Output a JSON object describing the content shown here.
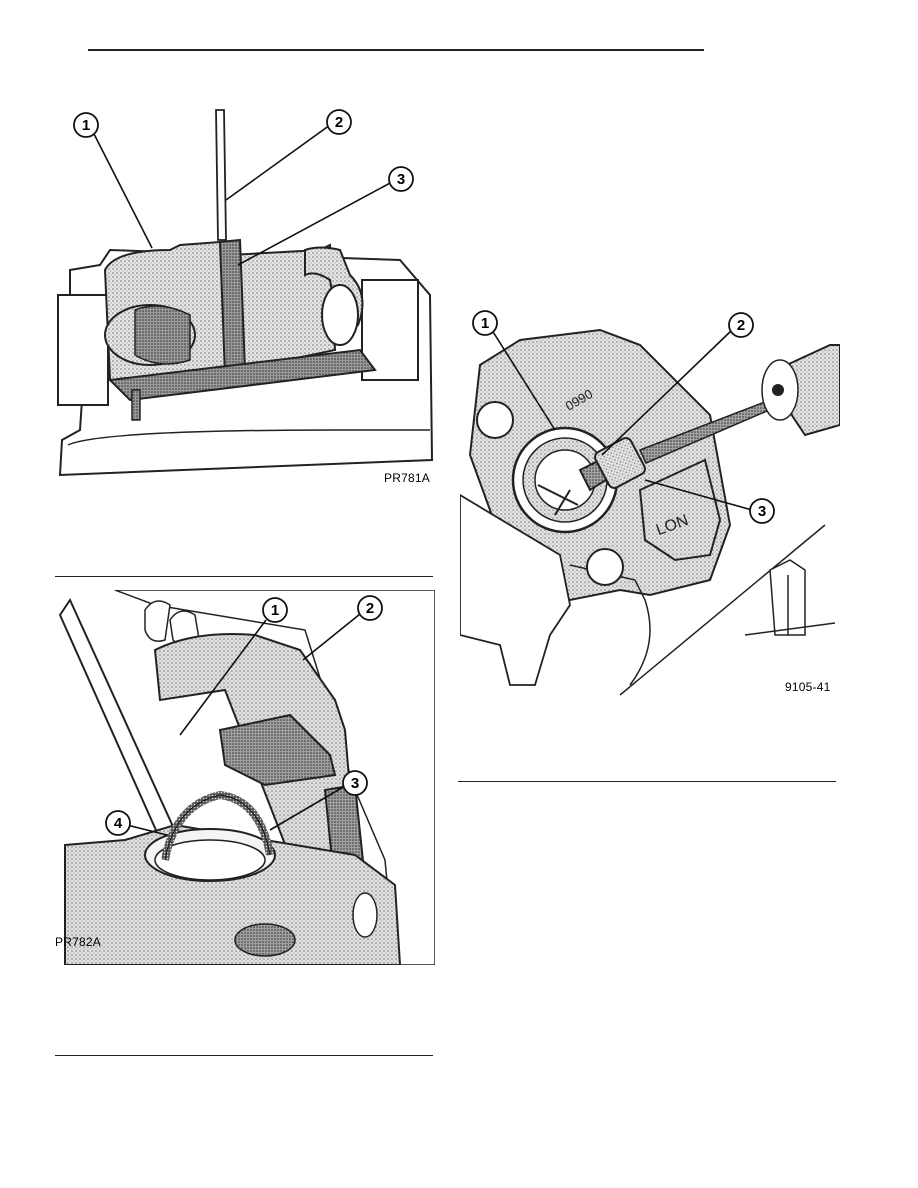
{
  "figures": [
    {
      "code": "PR781A",
      "callouts": [
        "1",
        "2",
        "3"
      ]
    },
    {
      "code": "PR782A",
      "callouts": [
        "1",
        "2",
        "3",
        "4"
      ]
    },
    {
      "code": "9105-41",
      "callouts": [
        "1",
        "2",
        "3"
      ],
      "part_marking": "LON",
      "casting_digits": "0990"
    }
  ]
}
